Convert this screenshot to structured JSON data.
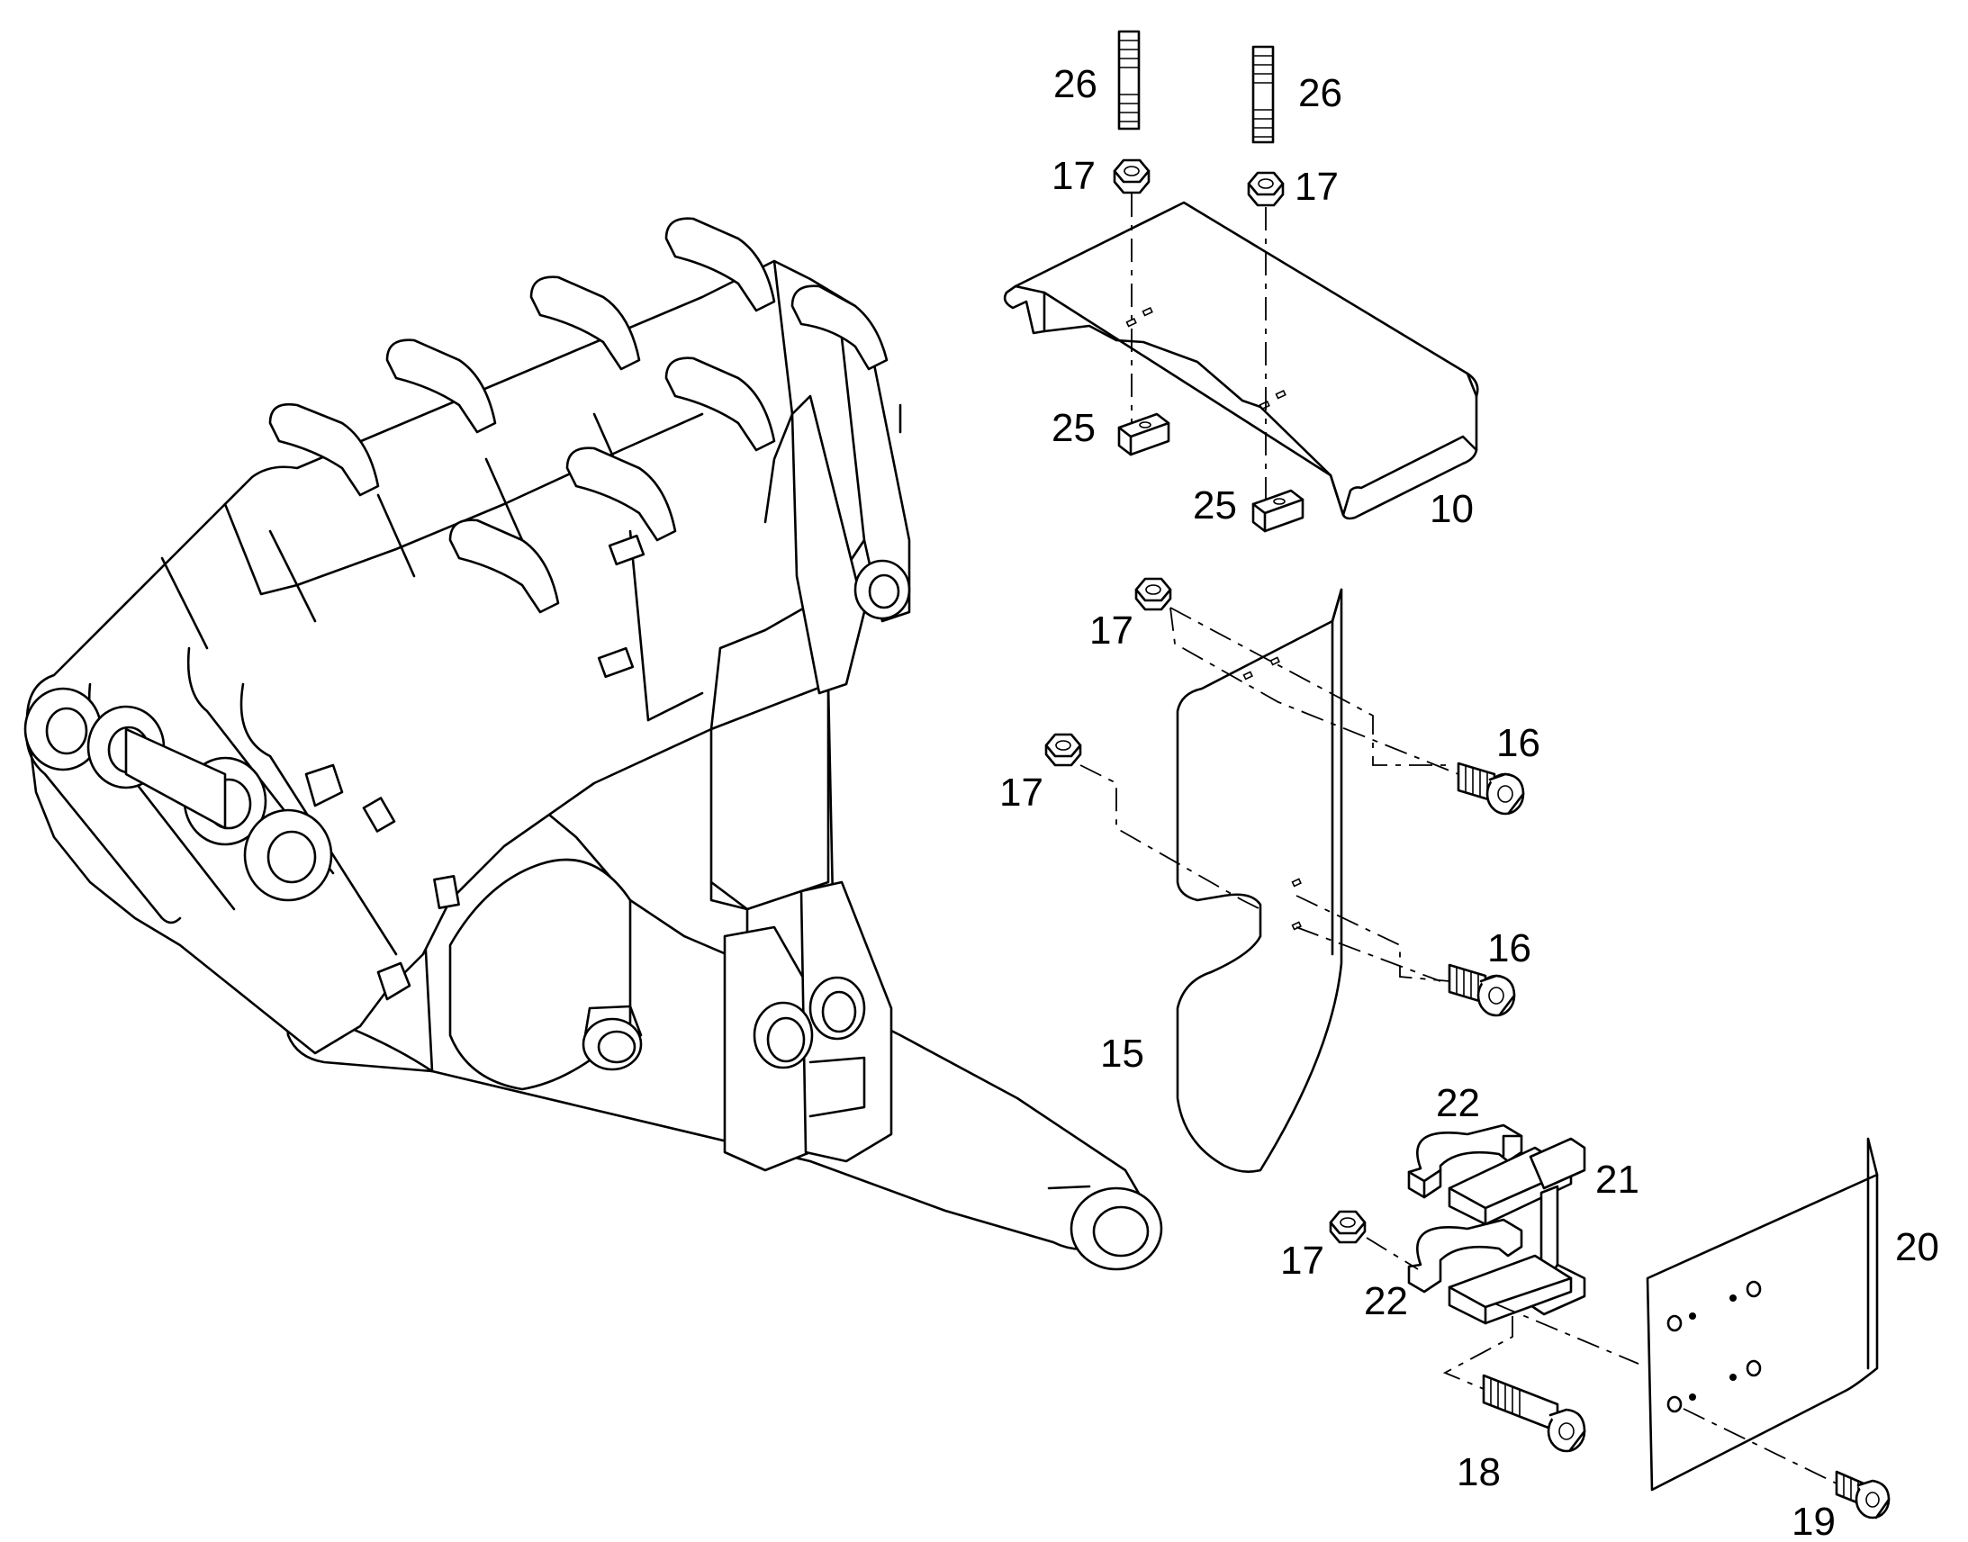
{
  "diagram": {
    "type": "exploded-parts-view",
    "callouts": [
      {
        "id": "c26a",
        "text": "26"
      },
      {
        "id": "c26b",
        "text": "26"
      },
      {
        "id": "c17a",
        "text": "17"
      },
      {
        "id": "c17b",
        "text": "17"
      },
      {
        "id": "c25a",
        "text": "25"
      },
      {
        "id": "c25b",
        "text": "25"
      },
      {
        "id": "c10",
        "text": "10"
      },
      {
        "id": "c17c",
        "text": "17"
      },
      {
        "id": "c16a",
        "text": "16"
      },
      {
        "id": "c17d",
        "text": "17"
      },
      {
        "id": "c16b",
        "text": "16"
      },
      {
        "id": "c15",
        "text": "15"
      },
      {
        "id": "c22a",
        "text": "22"
      },
      {
        "id": "c21",
        "text": "21"
      },
      {
        "id": "c20",
        "text": "20"
      },
      {
        "id": "c17e",
        "text": "17"
      },
      {
        "id": "c22b",
        "text": "22"
      },
      {
        "id": "c18",
        "text": "18"
      },
      {
        "id": "c19",
        "text": "19"
      }
    ],
    "colors": {
      "ink": "#000000",
      "background": "#ffffff"
    }
  }
}
